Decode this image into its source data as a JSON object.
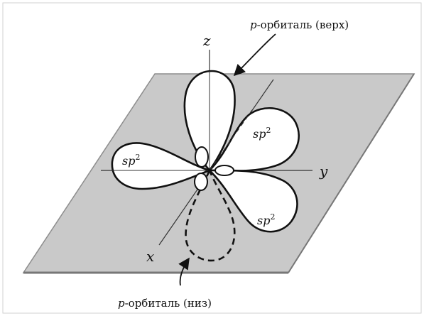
{
  "colors": {
    "plane_fill": "#c9c9c9",
    "plane_stroke": "#8d8d8d",
    "lobe_fill": "#ffffff",
    "lobe_stroke": "#111111",
    "axis": "#333333"
  },
  "axes": {
    "z": "z",
    "y": "y",
    "x": "x"
  },
  "lobes": {
    "sp2_top_right": {
      "base": "sp",
      "sup": "2"
    },
    "sp2_left": {
      "base": "sp",
      "sup": "2"
    },
    "sp2_bottom_right": {
      "base": "sp",
      "sup": "2"
    }
  },
  "captions": {
    "p_top": {
      "prefix": "p",
      "text": "-орбиталь (верх)"
    },
    "p_bottom": {
      "prefix": "p",
      "text": "-орбиталь (низ)"
    }
  }
}
